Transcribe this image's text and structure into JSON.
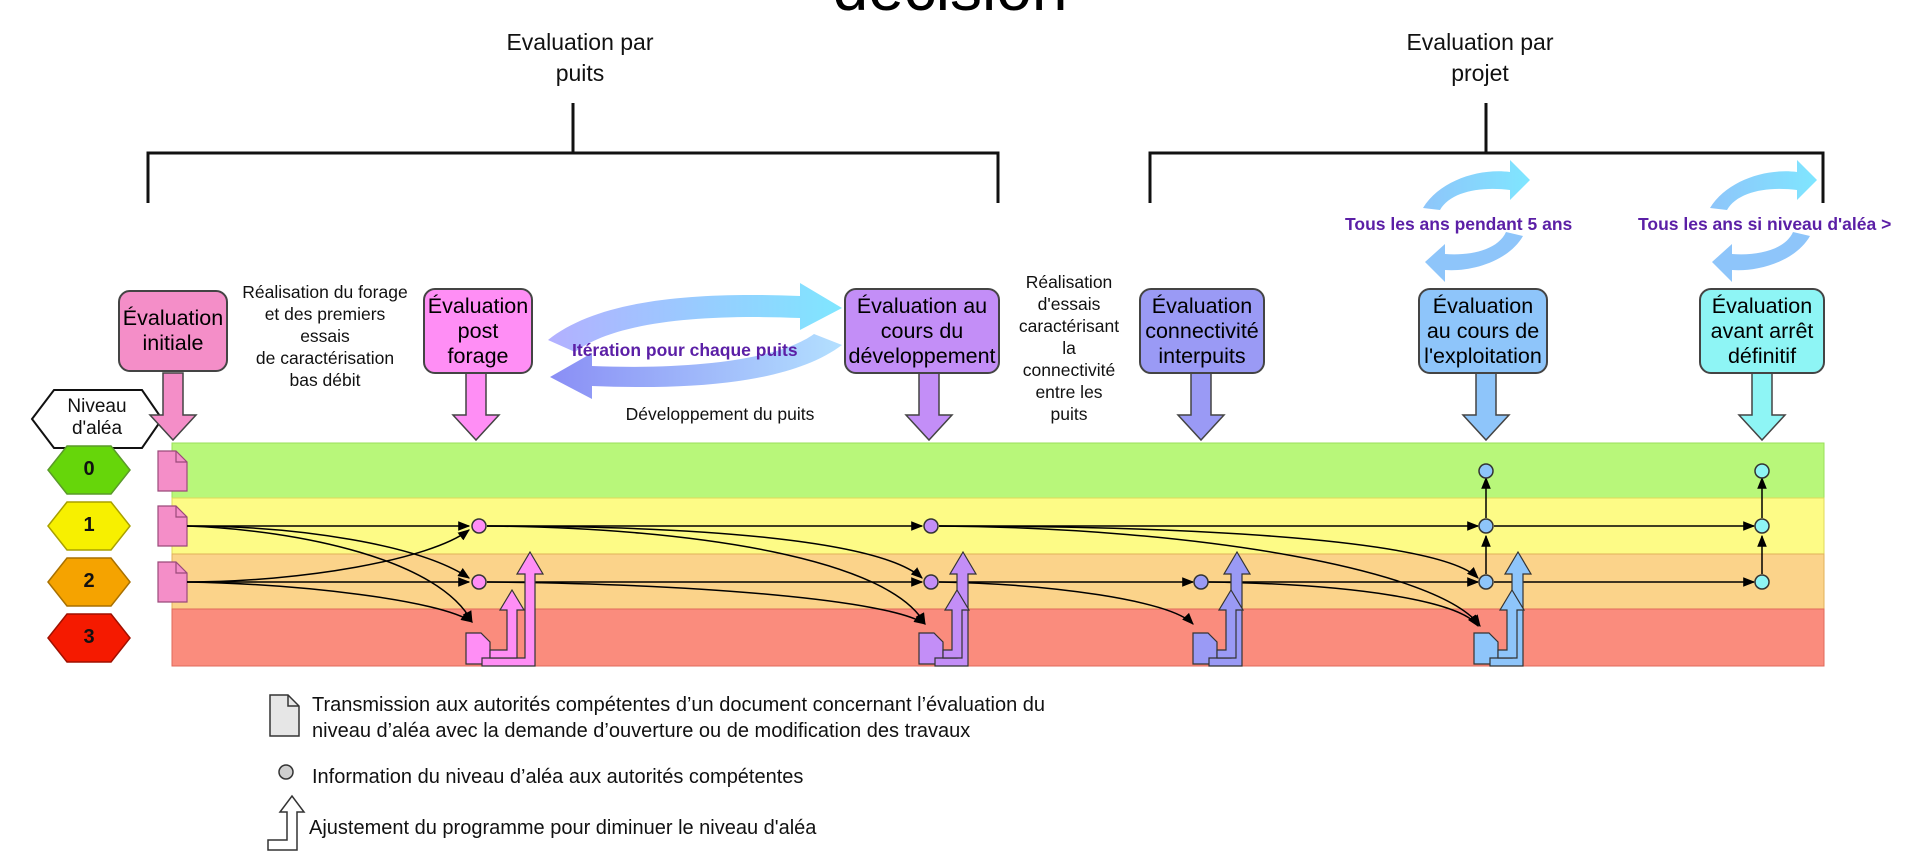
{
  "title_fragment": "décision",
  "headers": {
    "left": {
      "line1": "Evaluation par",
      "line2": "puits"
    },
    "right": {
      "line1": "Evaluation par",
      "line2": "projet"
    }
  },
  "boxes": {
    "initiale": {
      "line1": "Évaluation",
      "line2": "initiale",
      "color": "#f48ec8"
    },
    "post_forage": {
      "line1": "Évaluation",
      "line2": "post",
      "line3": "forage",
      "color": "#ff8ef5"
    },
    "developpement": {
      "line1": "Évaluation au",
      "line2": "cours du",
      "line3": "développement",
      "color": "#c38ef7"
    },
    "connectivite": {
      "line1": "Évaluation",
      "line2": "connectivité",
      "line3": "interpuits",
      "color": "#9a9af5"
    },
    "exploitation": {
      "line1": "Évaluation",
      "line2": "au cours de",
      "line3": "l'exploitation",
      "color": "#8ec5fa"
    },
    "arret": {
      "line1": "Évaluation",
      "line2": "avant arrêt",
      "line3": "définitif",
      "color": "#8ef5f5"
    }
  },
  "notes": {
    "forage": [
      "Réalisation du forage",
      "et des premiers",
      "essais",
      "de caractérisation",
      "bas débit"
    ],
    "essais": [
      "Réalisation",
      "d'essais",
      "caractérisant",
      "la",
      "connectivité",
      "entre les",
      "puits"
    ],
    "developpement_puits": "Développement du puits",
    "iteration": "Itération pour chaque puits",
    "tous_5_ans": "Tous les ans pendant 5 ans",
    "tous_niveau": "Tous les ans si niveau d'aléa >"
  },
  "niveau": {
    "line1": "Niveau",
    "line2": "d'aléa"
  },
  "levels": [
    {
      "label": "0",
      "color": "#66d60a",
      "band": "#b8f77a"
    },
    {
      "label": "1",
      "color": "#f7f000",
      "band": "#fdfb86"
    },
    {
      "label": "2",
      "color": "#f5a300",
      "band": "#fbd38a"
    },
    {
      "label": "3",
      "color": "#f51a00",
      "band": "#fa8c7d"
    }
  ],
  "legend": {
    "document": [
      "Transmission aux autorités compétentes d’un document concernant l’évaluation du",
      "niveau d’aléa avec la demande d’ouverture ou de modification des travaux"
    ],
    "information": "Information du niveau d’aléa aux autorités compétentes",
    "ajustement": "Ajustement du programme pour diminuer le niveau d'aléa"
  },
  "colors": {
    "iteration_arrow": "#7fa3f5",
    "cycle_arrow": "#8ec5fa",
    "note_purple": "#5b1fa6"
  }
}
